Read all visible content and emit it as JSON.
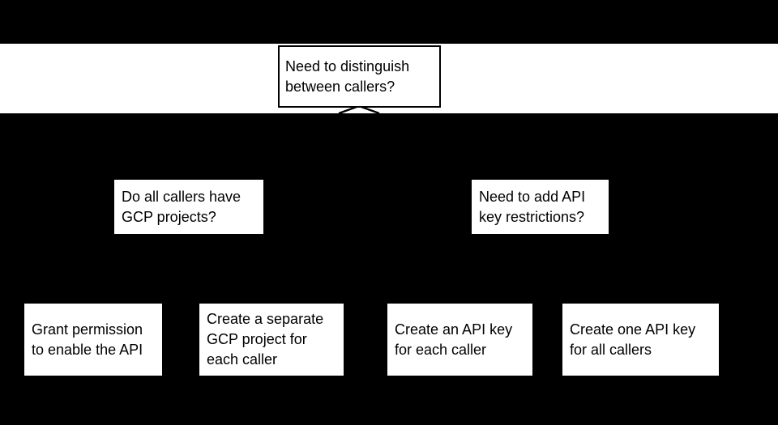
{
  "diagram": {
    "type": "decision-flowchart",
    "colors": {
      "background": "#000000",
      "band": "#ffffff",
      "node_fill": "#ffffff",
      "node_text": "#000000",
      "node_border": "#000000",
      "connector": "#000000"
    },
    "nodes": {
      "root": {
        "label": "Need to distinguish between callers?",
        "lines": [
          "Need to distinguish",
          "between callers?"
        ]
      },
      "q_gcp": {
        "label": "Do all callers have GCP projects?",
        "lines": [
          "Do all callers have",
          "GCP projects?"
        ]
      },
      "q_restrict": {
        "label": "Need to add API key restrictions?",
        "lines": [
          "Need to add API",
          "key restrictions?"
        ]
      },
      "a_grant": {
        "label": "Grant permission to enable the API",
        "lines": [
          "Grant permission",
          "to enable the API"
        ]
      },
      "a_separate": {
        "label": "Create a separate GCP project for each caller",
        "lines": [
          "Create a separate",
          "GCP project for",
          "each caller"
        ]
      },
      "a_key_each": {
        "label": "Create an API key for each caller",
        "lines": [
          "Create an API key",
          "for each caller"
        ]
      },
      "a_key_all": {
        "label": "Create one API key for all callers",
        "lines": [
          "Create one API key",
          "for all callers"
        ]
      }
    }
  }
}
